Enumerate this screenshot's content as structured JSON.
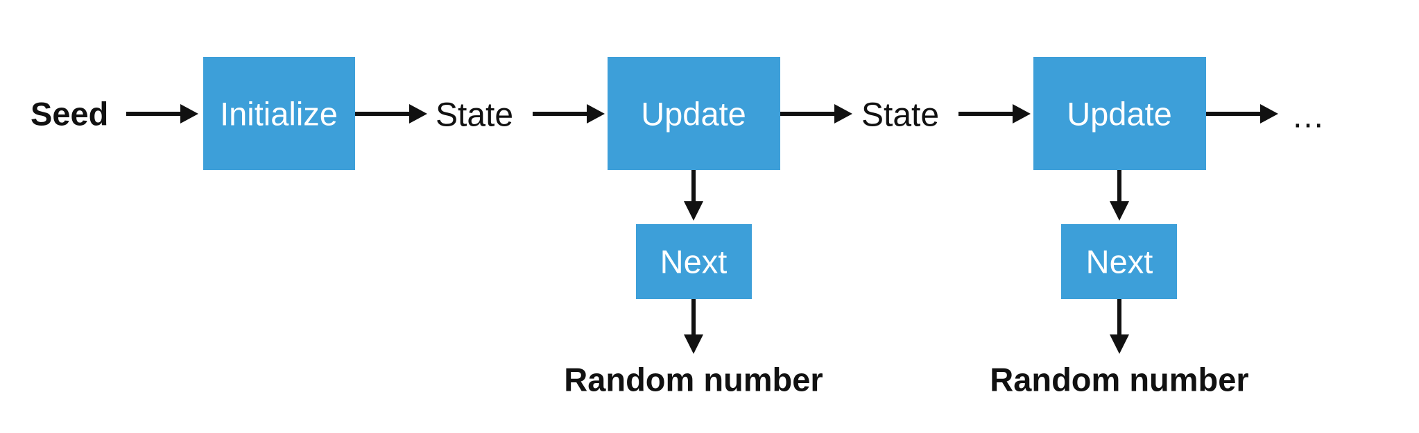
{
  "diagram": {
    "colors": {
      "box_fill": "#3d9fd9",
      "box_text": "#ffffff",
      "text": "#111111"
    },
    "seed_label": "Seed",
    "initialize_label": "Initialize",
    "state_label_1": "State",
    "update_label_1": "Update",
    "state_label_2": "State",
    "update_label_2": "Update",
    "ellipsis_label": "…",
    "next_label_1": "Next",
    "next_label_2": "Next",
    "random_number_label_1": "Random number",
    "random_number_label_2": "Random number"
  }
}
